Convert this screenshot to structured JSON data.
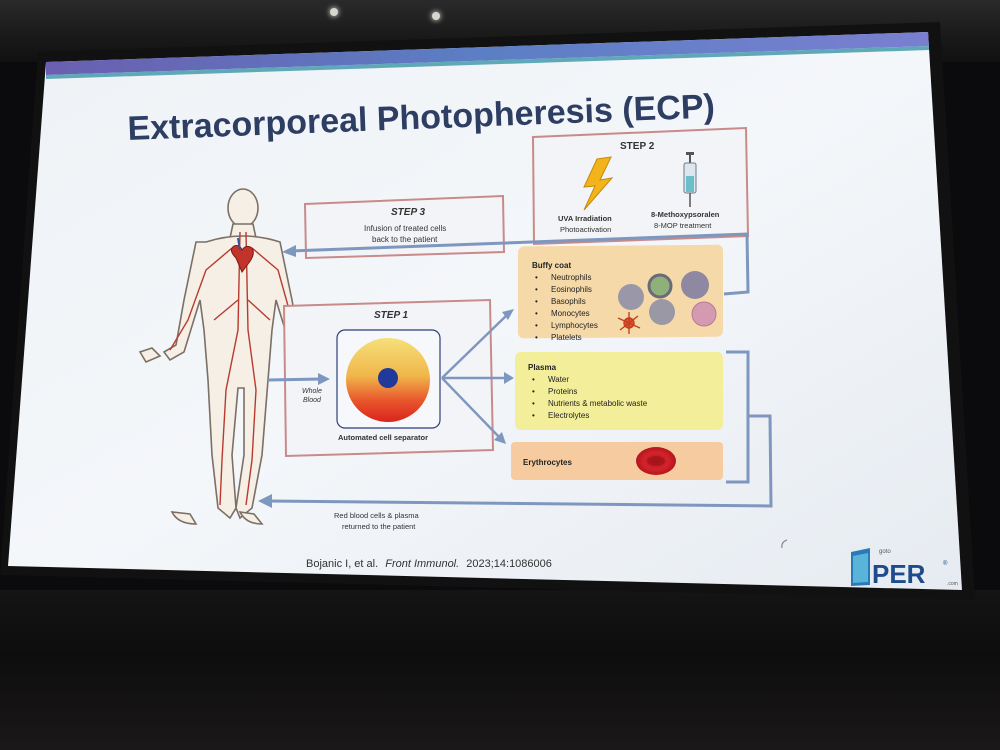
{
  "slide": {
    "title": "Extracorporeal Photopheresis (ECP)",
    "citation_authors": "Bojanic I, et al.",
    "citation_journal": "Front Immunol.",
    "citation_details": "2023;14:1086006",
    "logo_small": "goto",
    "logo_main": "PER",
    "logo_reg": "®",
    "logo_suffix": ".com"
  },
  "step1": {
    "title": "STEP 1",
    "caption": "Automated cell separator",
    "input_label_line1": "Whole",
    "input_label_line2": "Blood"
  },
  "step2": {
    "title": "STEP 2",
    "uva_line1": "UVA Irradiation",
    "uva_line2": "Photoactivation",
    "mop_line1": "8-Methoxypsoralen",
    "mop_line2": "8-MOP treatment"
  },
  "step3": {
    "title": "STEP 3",
    "line1": "Infusion of treated cells",
    "line2": "back to the patient"
  },
  "buffy_coat": {
    "title": "Buffy coat",
    "items": [
      "Neutrophils",
      "Eosinophils",
      "Basophils",
      "Monocytes",
      "Lymphocytes",
      "Platelets"
    ]
  },
  "plasma": {
    "title": "Plasma",
    "items": [
      "Water",
      "Proteins",
      "Nutrients & metabolic waste",
      "Electrolytes"
    ]
  },
  "erythrocytes": {
    "title": "Erythrocytes"
  },
  "return": {
    "line1": "Red blood cells & plasma",
    "line2": "returned to the patient"
  },
  "colors": {
    "step_border": "#c98a8a",
    "buffy_fill": "#f6d9a8",
    "plasma_fill": "#f3ee9a",
    "ery_fill": "#f7cba0",
    "arrow": "#7e97bf",
    "title_text": "#2e3e63"
  },
  "icons": [
    "lightning-icon",
    "syringe-icon",
    "heart-icon",
    "human-body-icon",
    "red-blood-cell-icon"
  ]
}
